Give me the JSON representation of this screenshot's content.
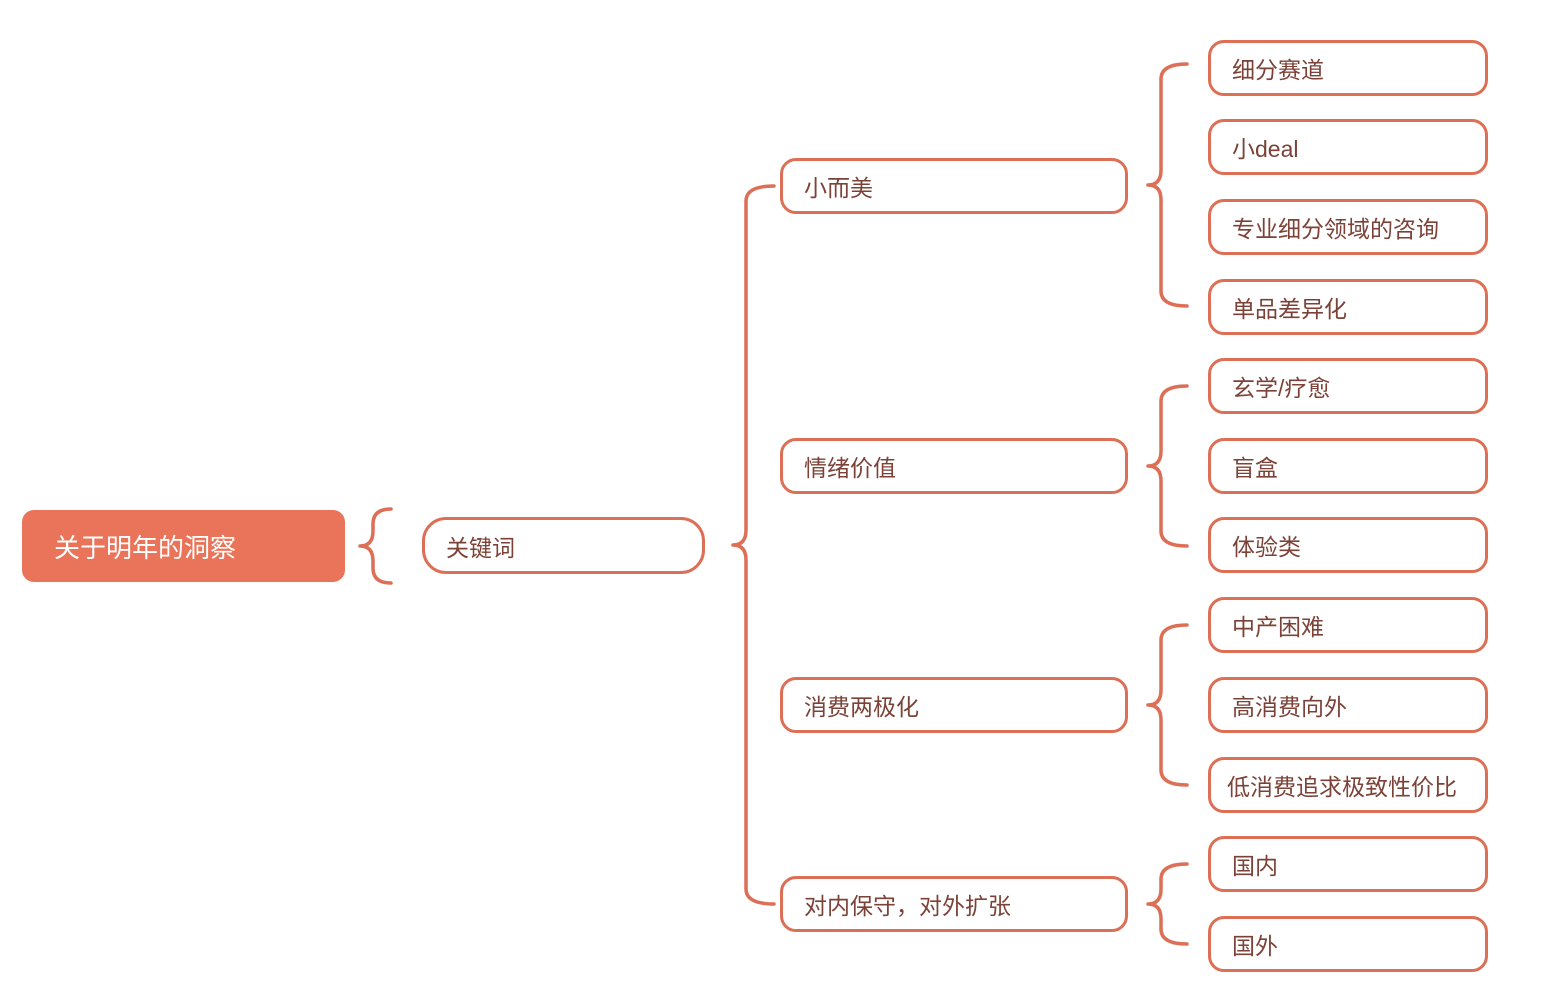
{
  "title": "关于明年的洞察 mind map",
  "colors": {
    "accent": "#DC6F55",
    "root_fill": "#E97459",
    "root_text": "#FFFFFF",
    "node_text": "#7C4237",
    "background": "#FFFFFF"
  },
  "root": {
    "label": "关于明年的洞察"
  },
  "level1": {
    "label": "关键词"
  },
  "branches": [
    {
      "label": "小而美",
      "children": [
        "细分赛道",
        "小deal",
        "专业细分领域的咨询",
        "单品差异化"
      ]
    },
    {
      "label": "情绪价值",
      "children": [
        "玄学/疗愈",
        "盲盒",
        "体验类"
      ]
    },
    {
      "label": "消费两极化",
      "children": [
        "中产困难",
        "高消费向外",
        "低消费追求极致性价比"
      ]
    },
    {
      "label": "对内保守，对外扩张",
      "children": [
        "国内",
        "国外"
      ]
    }
  ]
}
